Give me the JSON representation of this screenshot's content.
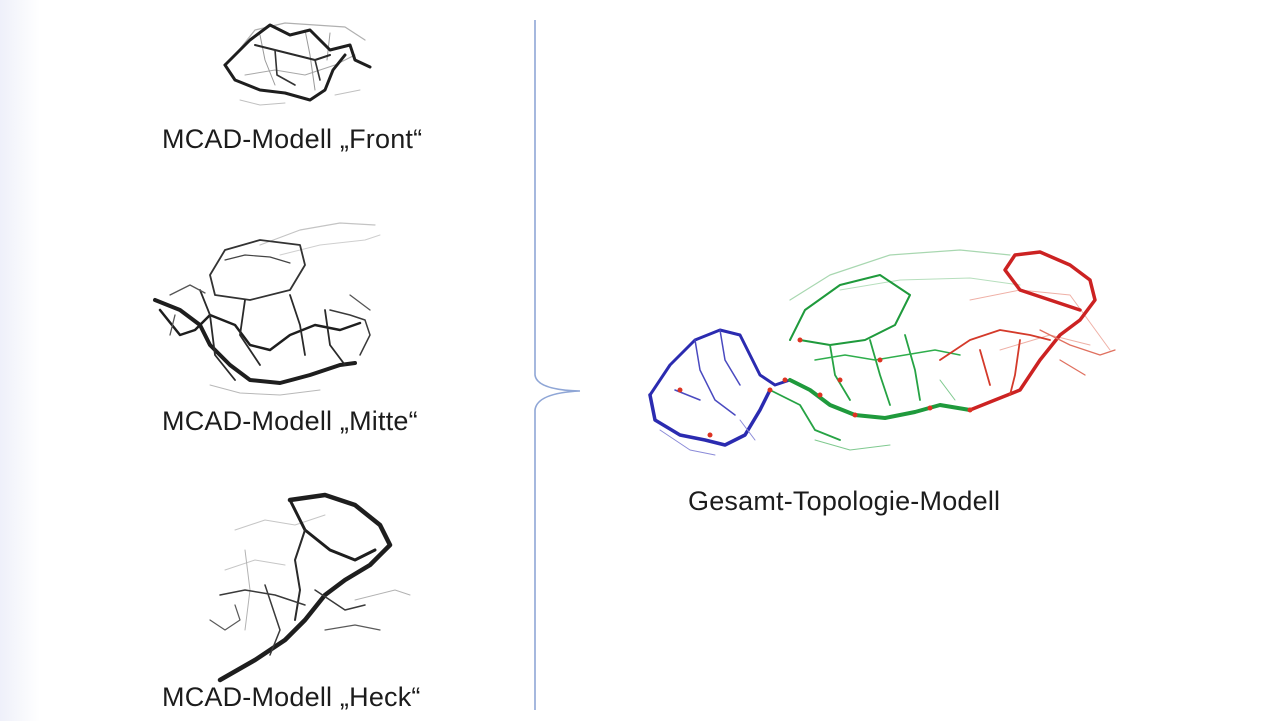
{
  "captions": {
    "front": "MCAD-Modell „Front“",
    "mitte": "MCAD-Modell „Mitte“",
    "heck": "MCAD-Modell „Heck“",
    "gesamt": "Gesamt-Topologie-Modell"
  },
  "colors": {
    "parts": "#1e1e1e",
    "front_segment": "#2b2bb0",
    "mitte_segment": "#1f9a3c",
    "heck_segment": "#cc2222",
    "connectors": "#dd3322",
    "brace": "#8fa6d6"
  }
}
